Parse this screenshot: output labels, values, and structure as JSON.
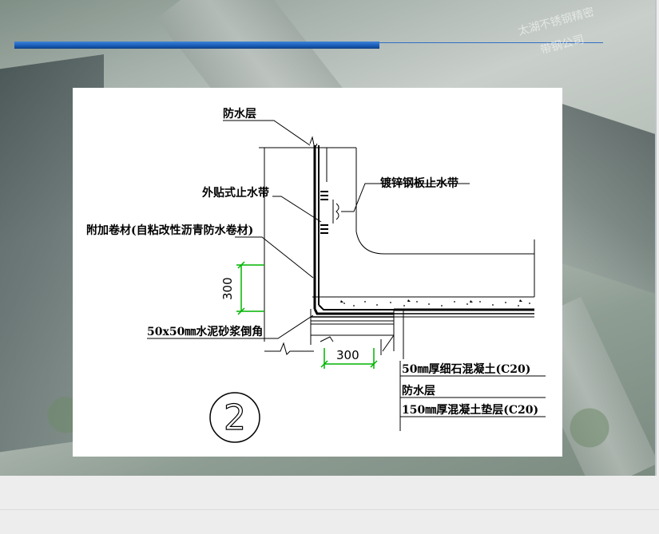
{
  "watermark": {
    "line1": "太湖不锈钢精密",
    "line2": "带钢公司"
  },
  "diagram": {
    "labels": {
      "waterproof_layer_top": "防水层",
      "external_waterstop": "外贴式止水带",
      "galvanized_waterstop": "镀锌钢板止水带",
      "additional_membrane": "附加卷材(自粘改性沥青防水卷材)",
      "cement_chamfer": "50x50㎜水泥砂浆倒角",
      "fine_concrete": "50㎜厚细石混凝土(C20)",
      "waterproof_layer_bottom": "防水层",
      "concrete_cushion": "150㎜厚混凝土垫层(C20)"
    },
    "dimensions": {
      "vertical": "300",
      "horizontal": "300"
    },
    "detail_number": "2"
  }
}
